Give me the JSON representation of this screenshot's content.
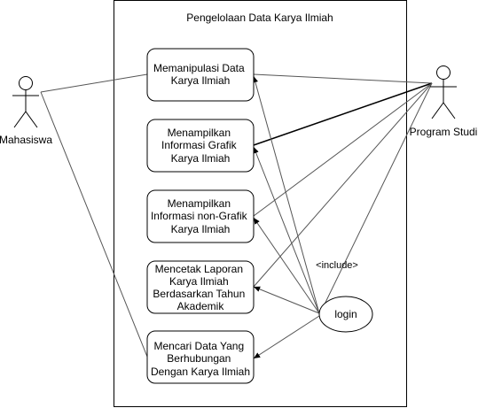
{
  "system": {
    "title": "Pengelolaan Data Karya Ilmiah"
  },
  "actors": {
    "mahasiswa": "Mahasiswa",
    "program_studi": "Program Studi"
  },
  "use_cases": {
    "manipulasi": [
      "Memanipulasi Data",
      "Karya Ilmiah"
    ],
    "grafik": [
      "Menampilkan",
      "Informasi Grafik",
      "Karya Ilmiah"
    ],
    "non_grafik": [
      "Menampilkan",
      "Informasi non-Grafik",
      "Karya Ilmiah"
    ],
    "laporan": [
      "Mencetak Laporan",
      "Karya Ilmiah",
      "Berdasarkan Tahun",
      "Akademik"
    ],
    "mencari": [
      "Mencari Data Yang",
      "Berhubungan",
      "Dengan Karya Ilmiah"
    ],
    "login": "login"
  },
  "relations": {
    "include_label": "<include>"
  },
  "colors": {
    "stroke": "#000000",
    "line": "#555555",
    "background": "#ffffff"
  }
}
